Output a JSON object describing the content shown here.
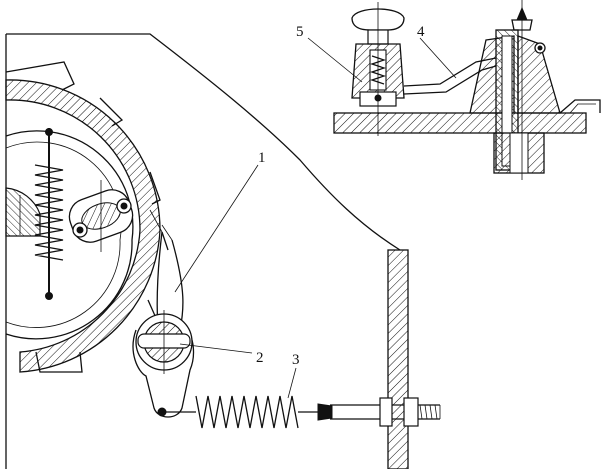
{
  "labels": {
    "lever": "1",
    "pivot": "2",
    "spring": "3",
    "link": "4",
    "valve": "5"
  }
}
